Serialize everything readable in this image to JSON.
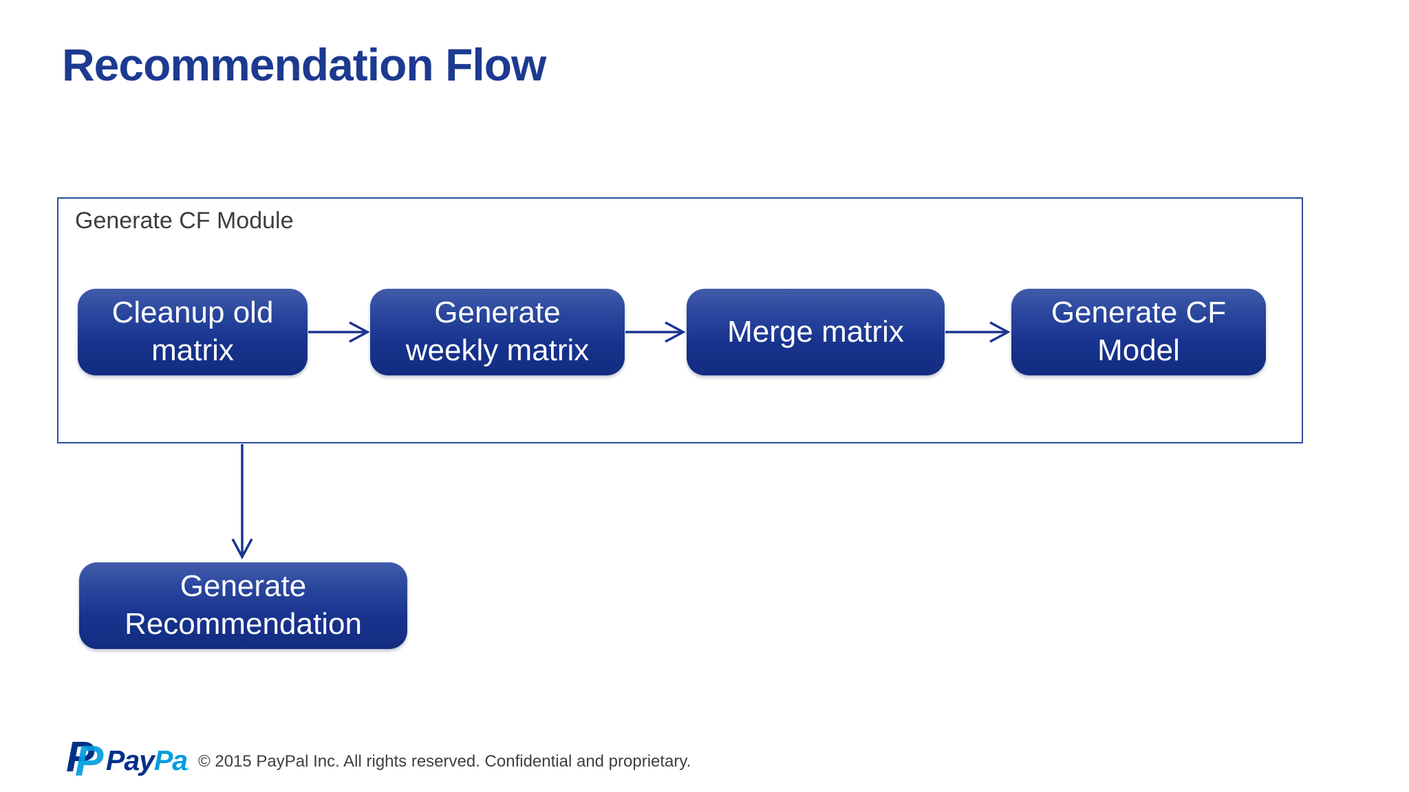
{
  "slide": {
    "title": "Recommendation Flow",
    "module_box": {
      "label": "Generate CF Module"
    },
    "flow_nodes": [
      {
        "id": "cleanup-old-matrix",
        "label": "Cleanup old\nmatrix"
      },
      {
        "id": "generate-weekly-matrix",
        "label": "Generate\nweekly matrix"
      },
      {
        "id": "merge-matrix",
        "label": "Merge matrix"
      },
      {
        "id": "generate-cf-model",
        "label": "Generate CF\nModel"
      }
    ],
    "output_node": {
      "id": "generate-recommendation",
      "label": "Generate\nRecommendation"
    },
    "footer": {
      "logo": {
        "name": "paypal-logo",
        "monogram_back_p": "P",
        "monogram_front_p": "P",
        "wordmark_pay": "Pay",
        "wordmark_pal": "Pal"
      },
      "copyright": "© 2015 PayPal Inc. All rights reserved. Confidential and proprietary."
    },
    "colors": {
      "title_text": "#1c3a90",
      "node_gradient_top": "#425caa",
      "node_gradient_bottom": "#122c80",
      "node_text": "#ffffff",
      "container_border": "#2b4c9d",
      "arrow": "#1b3590",
      "module_label_text": "#3d3d3d",
      "footer_text": "#3f3f3f",
      "paypal_dark_blue": "#003087",
      "paypal_light_blue": "#009cde"
    }
  }
}
